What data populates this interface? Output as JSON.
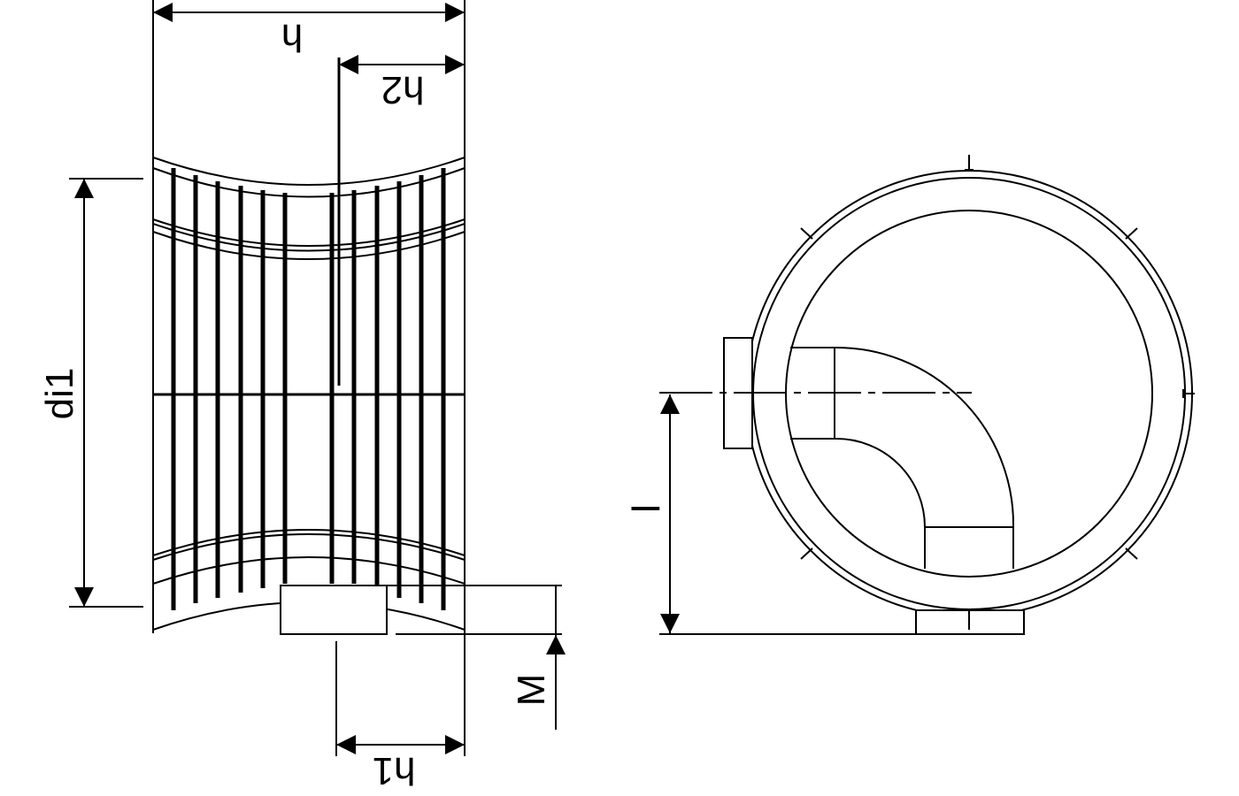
{
  "labels": {
    "h": "h",
    "h2": "h2",
    "h1": "h1",
    "di1": "di1",
    "M": "M",
    "l": "l"
  },
  "colors": {
    "line": "#000000",
    "background": "#ffffff"
  }
}
